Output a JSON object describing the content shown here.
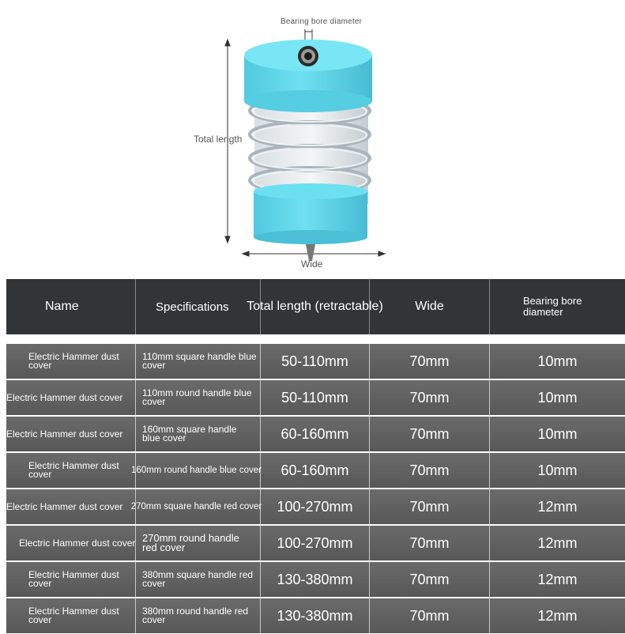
{
  "figure": {
    "labels": {
      "bore": "Bearing bore diameter",
      "total_length": "Total length",
      "wide": "Wide"
    },
    "colors": {
      "cap": "#5fd6ea",
      "spring": "#c8d2d8"
    }
  },
  "table": {
    "headers": [
      "Name",
      "Specifications",
      "Total length (retractable)",
      "Wide",
      "Bearing bore diameter"
    ],
    "rows": [
      [
        "Electric Hammer dust cover",
        "110mm square handle blue cover",
        "50-110mm",
        "70mm",
        "10mm"
      ],
      [
        "Electric Hammer dust cover",
        "110mm round handle blue cover",
        "50-110mm",
        "70mm",
        "10mm"
      ],
      [
        "Electric Hammer dust cover",
        "160mm square handle blue cover",
        "60-160mm",
        "70mm",
        "10mm"
      ],
      [
        "Electric Hammer dust cover",
        "160mm round handle blue cover",
        "60-160mm",
        "70mm",
        "10mm"
      ],
      [
        "Electric Hammer dust cover",
        "270mm square handle red cover",
        "100-270mm",
        "70mm",
        "12mm"
      ],
      [
        "Electric Hammer dust cover",
        "270mm round handle red cover",
        "100-270mm",
        "70mm",
        "12mm"
      ],
      [
        "Electric Hammer dust cover",
        "380mm square handle red cover",
        "130-380mm",
        "70mm",
        "12mm"
      ],
      [
        "Electric Hammer dust cover",
        "380mm round handle red cover",
        "130-380mm",
        "70mm",
        "12mm"
      ]
    ]
  }
}
